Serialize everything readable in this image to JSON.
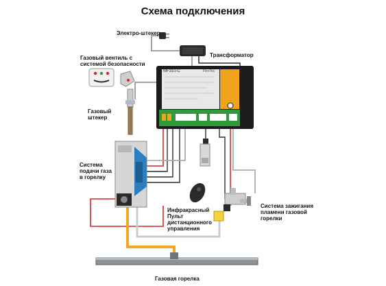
{
  "title": "Схема подключения",
  "labels": {
    "plug": "Электро-штекер",
    "transformer": "Трансформатор",
    "gas_valve_line1": "Газовый вентиль с",
    "gas_valve_line2": "системой безопасности",
    "gas_plug_line1": "Газовый",
    "gas_plug_line2": "штекер",
    "gas_supply_line1": "Система",
    "gas_supply_line2": "подачи газа",
    "gas_supply_line3": "в горелку",
    "remote_line1": "Инфракрасный",
    "remote_line2": "Пульт",
    "remote_line3": "дистанционного",
    "remote_line4": "управления",
    "ignition_line1": "Система зажигания",
    "ignition_line2": "пламени газовой",
    "ignition_line3": "горелки",
    "burner": "Газовая горелка"
  },
  "controller": {
    "model": "MF310-C",
    "brand": "FlexTec"
  },
  "colors": {
    "wire_gray": "#9aa4ab",
    "wire_red": "#d9262a",
    "wire_dark": "#2a2a2a",
    "gas_orange": "#f5a623",
    "board_green": "#2f9a3c",
    "label_orange": "#f0a31c",
    "blue_valve": "#2b7fc1"
  }
}
